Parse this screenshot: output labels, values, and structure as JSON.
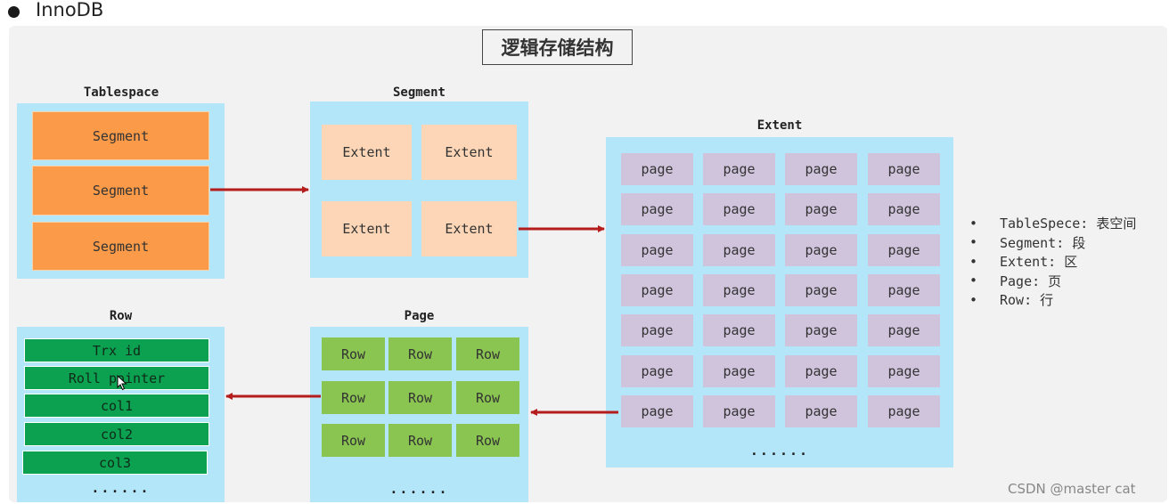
{
  "heading": "InnoDB",
  "diagram_title": "逻辑存储结构",
  "tablespace": {
    "label": "Tablespace",
    "segments": [
      "Segment",
      "Segment",
      "Segment"
    ]
  },
  "segment": {
    "label": "Segment",
    "extents": [
      "Extent",
      "Extent",
      "Extent",
      "Extent"
    ]
  },
  "extent": {
    "label": "Extent",
    "page_label": "page",
    "rows": 7,
    "cols": 4,
    "ellipsis": "......"
  },
  "page": {
    "label": "Page",
    "row_label": "Row",
    "rows": 3,
    "cols": 3,
    "ellipsis": "......"
  },
  "row": {
    "label": "Row",
    "fields": [
      "Trx id",
      "Roll pointer",
      "col1",
      "col2",
      "col3"
    ],
    "ellipsis": "......"
  },
  "legend": [
    "TableSpece: 表空间",
    "Segment: 段",
    "Extent: 区",
    "Page: 页",
    "Row: 行"
  ],
  "legend_bullet": "•",
  "watermark": "CSDN @master cat",
  "colors": {
    "container": "#b4e6f9",
    "segment": "#fb9a48",
    "extent": "#fcd6b6",
    "page": "#d0c3dc",
    "row": "#8ac451",
    "field": "#0ba150",
    "arrow": "#b51c1c"
  }
}
